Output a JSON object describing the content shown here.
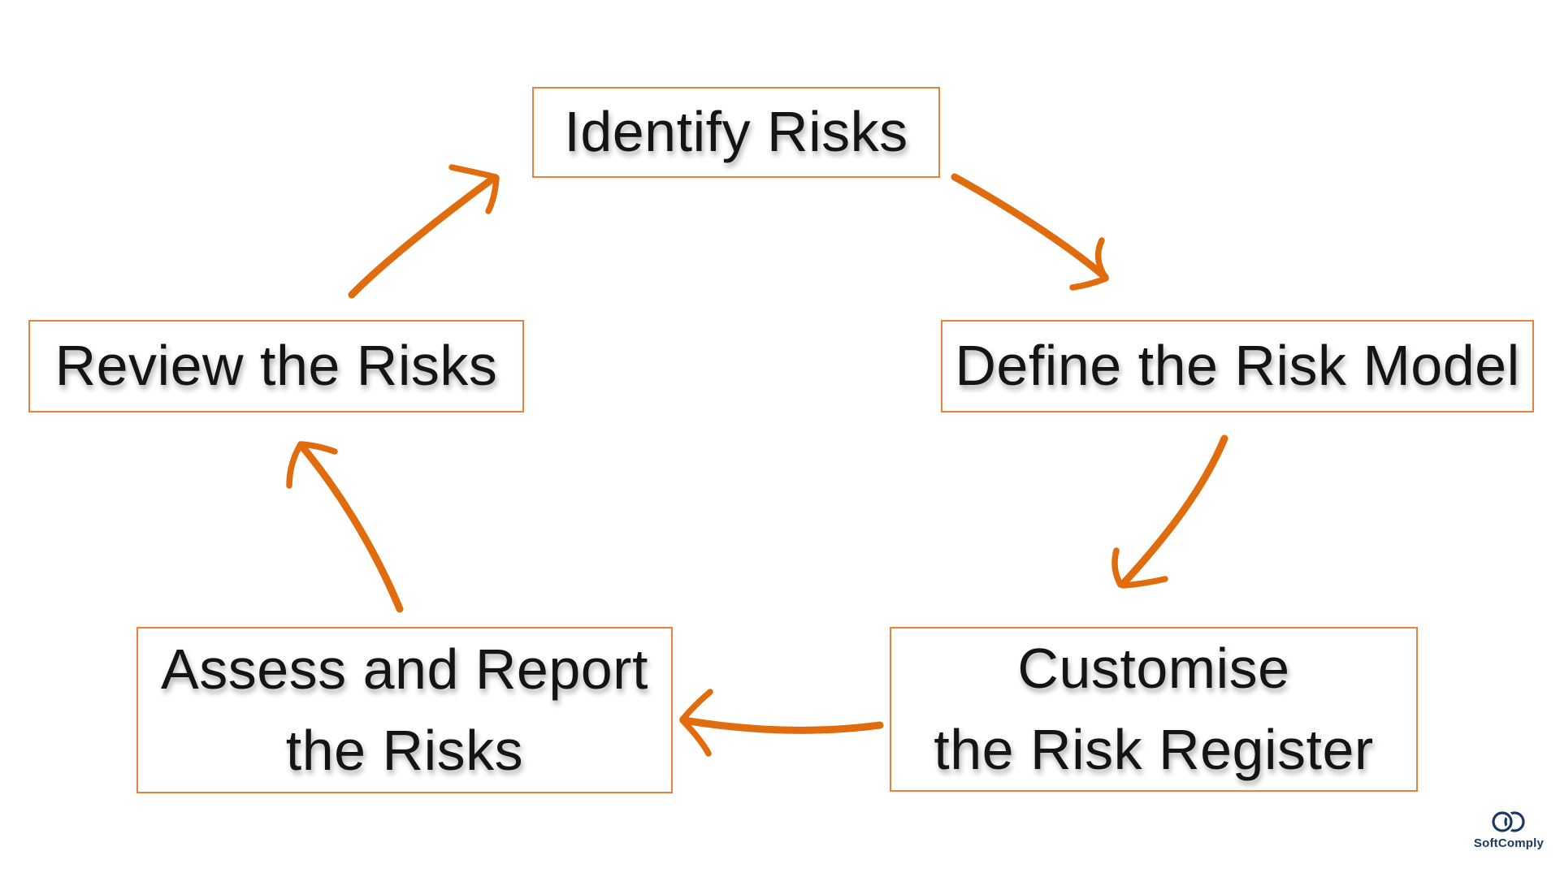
{
  "diagram": {
    "type": "cycle-flowchart",
    "steps": [
      {
        "id": "identify",
        "label": "Identify Risks"
      },
      {
        "id": "define",
        "label": "Define the Risk Model"
      },
      {
        "id": "customise",
        "label": "Customise\nthe Risk Register"
      },
      {
        "id": "assess",
        "label": "Assess and Report\nthe Risks"
      },
      {
        "id": "review",
        "label": "Review the Risks"
      }
    ],
    "edges": [
      {
        "from": "identify",
        "to": "define"
      },
      {
        "from": "define",
        "to": "customise"
      },
      {
        "from": "customise",
        "to": "assess"
      },
      {
        "from": "assess",
        "to": "review"
      },
      {
        "from": "review",
        "to": "identify"
      }
    ]
  },
  "logo": {
    "text": "SoftComply",
    "icon": "interlocked-rings-icon"
  },
  "colors": {
    "arrow": "#e06c0e",
    "box_border": "#e8823a",
    "text": "#141414",
    "logo_navy": "#1b3a63",
    "background": "#ffffff"
  }
}
